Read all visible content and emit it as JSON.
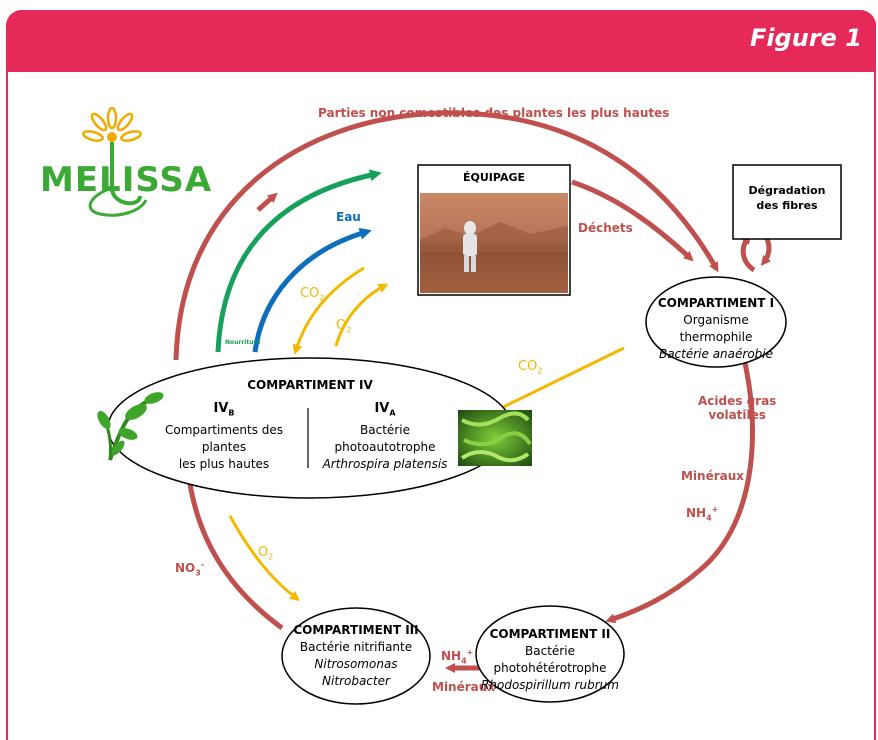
{
  "figure_title": "Figure 1",
  "logo": {
    "text": "MELISSA"
  },
  "crew": {
    "title": "ÉQUIPAGE"
  },
  "fiber": {
    "line1": "Dégradation",
    "line2": "des fibres"
  },
  "arrows": {
    "top": "Parties non comestibles des plantes les plus hautes",
    "waste": "Déchets",
    "water": "Eau",
    "food": "Nourriture",
    "co2": "CO",
    "o2": "O",
    "co2_right": "CO",
    "acids1": "Acides gras",
    "acids2": "volatiles",
    "minerals_right": "Minéraux",
    "nh4_right": "NH",
    "nh4_bottom": "NH",
    "minerals_bottom": "Minéraux",
    "no3": "NO",
    "o2_lower": "O"
  },
  "comp1": {
    "title": "COMPARTIMENT I",
    "line1": "Organisme thermophile",
    "line2": "Bactérie anaérobie"
  },
  "comp2": {
    "title": "COMPARTIMENT II",
    "line1": "Bactérie photohétérotrophe",
    "line2": "Rhodospirillum rubrum"
  },
  "comp3": {
    "title": "COMPARTIMENT III",
    "line1": "Bactérie nitrifiante",
    "line2": "Nitrosomonas",
    "line3": "Nitrobacter"
  },
  "comp4": {
    "title": "COMPARTIMENT IV",
    "b_label": "IV",
    "b_sub": "B",
    "b_line1": "Compartiments des plantes",
    "b_line2": "les plus hautes",
    "a_label": "IV",
    "a_sub": "A",
    "a_line1": "Bactérie photoautotrophe",
    "a_line2": "Arthrospira platensis"
  },
  "colors": {
    "header": "#e52a5a",
    "red_arrow": "#c0504d",
    "green_arrow": "#16a05a",
    "blue_arrow": "#0d6ebc",
    "yellow_arrow": "#f5b800"
  }
}
